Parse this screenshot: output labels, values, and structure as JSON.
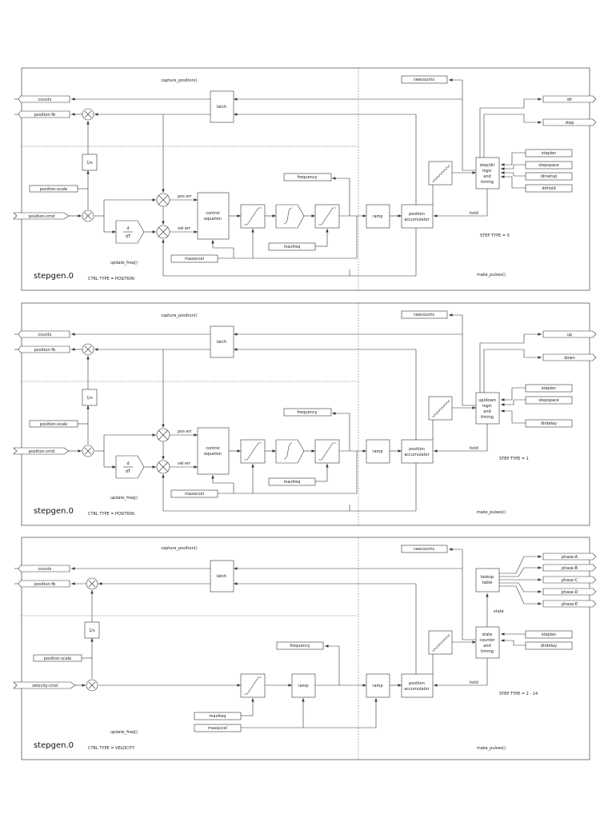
{
  "panels": [
    {
      "title": "stepgen.0",
      "ctrl_type": "CTRL TYPE = POSITION",
      "step_type": "STEP TYPE = 0",
      "capture_fn": "capture_position()",
      "update_fn": "update_freq()",
      "make_fn": "make_pulses()",
      "pins": {
        "counts": "counts",
        "position_fb": "position-fb",
        "position_scale": "position-scale",
        "cmd": "position-cmd",
        "frequency": "frequency",
        "maxaccel": "maxaccel",
        "maxfreq": "maxfreq",
        "rawcounts": "rawcounts"
      },
      "blocks": {
        "latch": "latch",
        "recip": "1/s",
        "deriv_top": "d",
        "deriv_bottom": "dT",
        "control": [
          "control",
          "equation"
        ],
        "ramp": "ramp",
        "accum": [
          "position",
          "accumulator"
        ],
        "logic": [
          "step/dir",
          "logic",
          "and",
          "timing"
        ]
      },
      "labels": {
        "pos_err": "pos err",
        "vel_err": "vel err",
        "hold": "hold"
      },
      "outputs": [
        "dir",
        "step"
      ],
      "params": [
        "steplen",
        "stepspace",
        "dirsetup",
        "dirhold"
      ]
    },
    {
      "title": "stepgen.0",
      "ctrl_type": "CTRL TYPE = POSITION",
      "step_type": "STEP TYPE = 1",
      "capture_fn": "capture_position()",
      "update_fn": "update_freq()",
      "make_fn": "make_pulses()",
      "pins": {
        "counts": "counts",
        "position_fb": "position-fb",
        "position_scale": "position-scale",
        "cmd": "position-cmd",
        "frequency": "frequency",
        "maxaccel": "maxaccel",
        "maxfreq": "maxfreq",
        "rawcounts": "rawcounts"
      },
      "blocks": {
        "latch": "latch",
        "recip": "1/s",
        "deriv_top": "d",
        "deriv_bottom": "dT",
        "control": [
          "control",
          "equation"
        ],
        "ramp": "ramp",
        "accum": [
          "position",
          "accumulator"
        ],
        "logic": [
          "up/down",
          "logic",
          "and",
          "timing"
        ]
      },
      "labels": {
        "pos_err": "pos err",
        "vel_err": "vel err",
        "hold": "hold"
      },
      "outputs": [
        "up",
        "down"
      ],
      "params": [
        "steplen",
        "stepspace",
        "dirdelay"
      ]
    },
    {
      "title": "stepgen.0",
      "ctrl_type": "CTRL TYPE = VELOCITY",
      "step_type": "STEP TYPE = 2 - 14",
      "capture_fn": "capture_position()",
      "update_fn": "update_freq()",
      "make_fn": "make_pulses()",
      "pins": {
        "counts": "counts",
        "position_fb": "position-fb",
        "position_scale": "position-scale",
        "cmd": "velocity-cmd",
        "frequency": "frequency",
        "maxaccel": "maxaccel",
        "maxfreq": "maxfreq",
        "rawcounts": "rawcounts"
      },
      "blocks": {
        "latch": "latch",
        "recip": "1/s",
        "ramp1": "ramp",
        "ramp": "ramp",
        "accum": [
          "position",
          "accumulator"
        ],
        "lookup": [
          "lookup",
          "table"
        ],
        "logic": [
          "state",
          "counter",
          "and",
          "timing"
        ]
      },
      "labels": {
        "state": "state",
        "hold": "hold"
      },
      "outputs": [
        "phase-A",
        "phase-B",
        "phase-C",
        "phase-D",
        "phase-E"
      ],
      "params": [
        "steplen",
        "dirdelay"
      ]
    }
  ]
}
